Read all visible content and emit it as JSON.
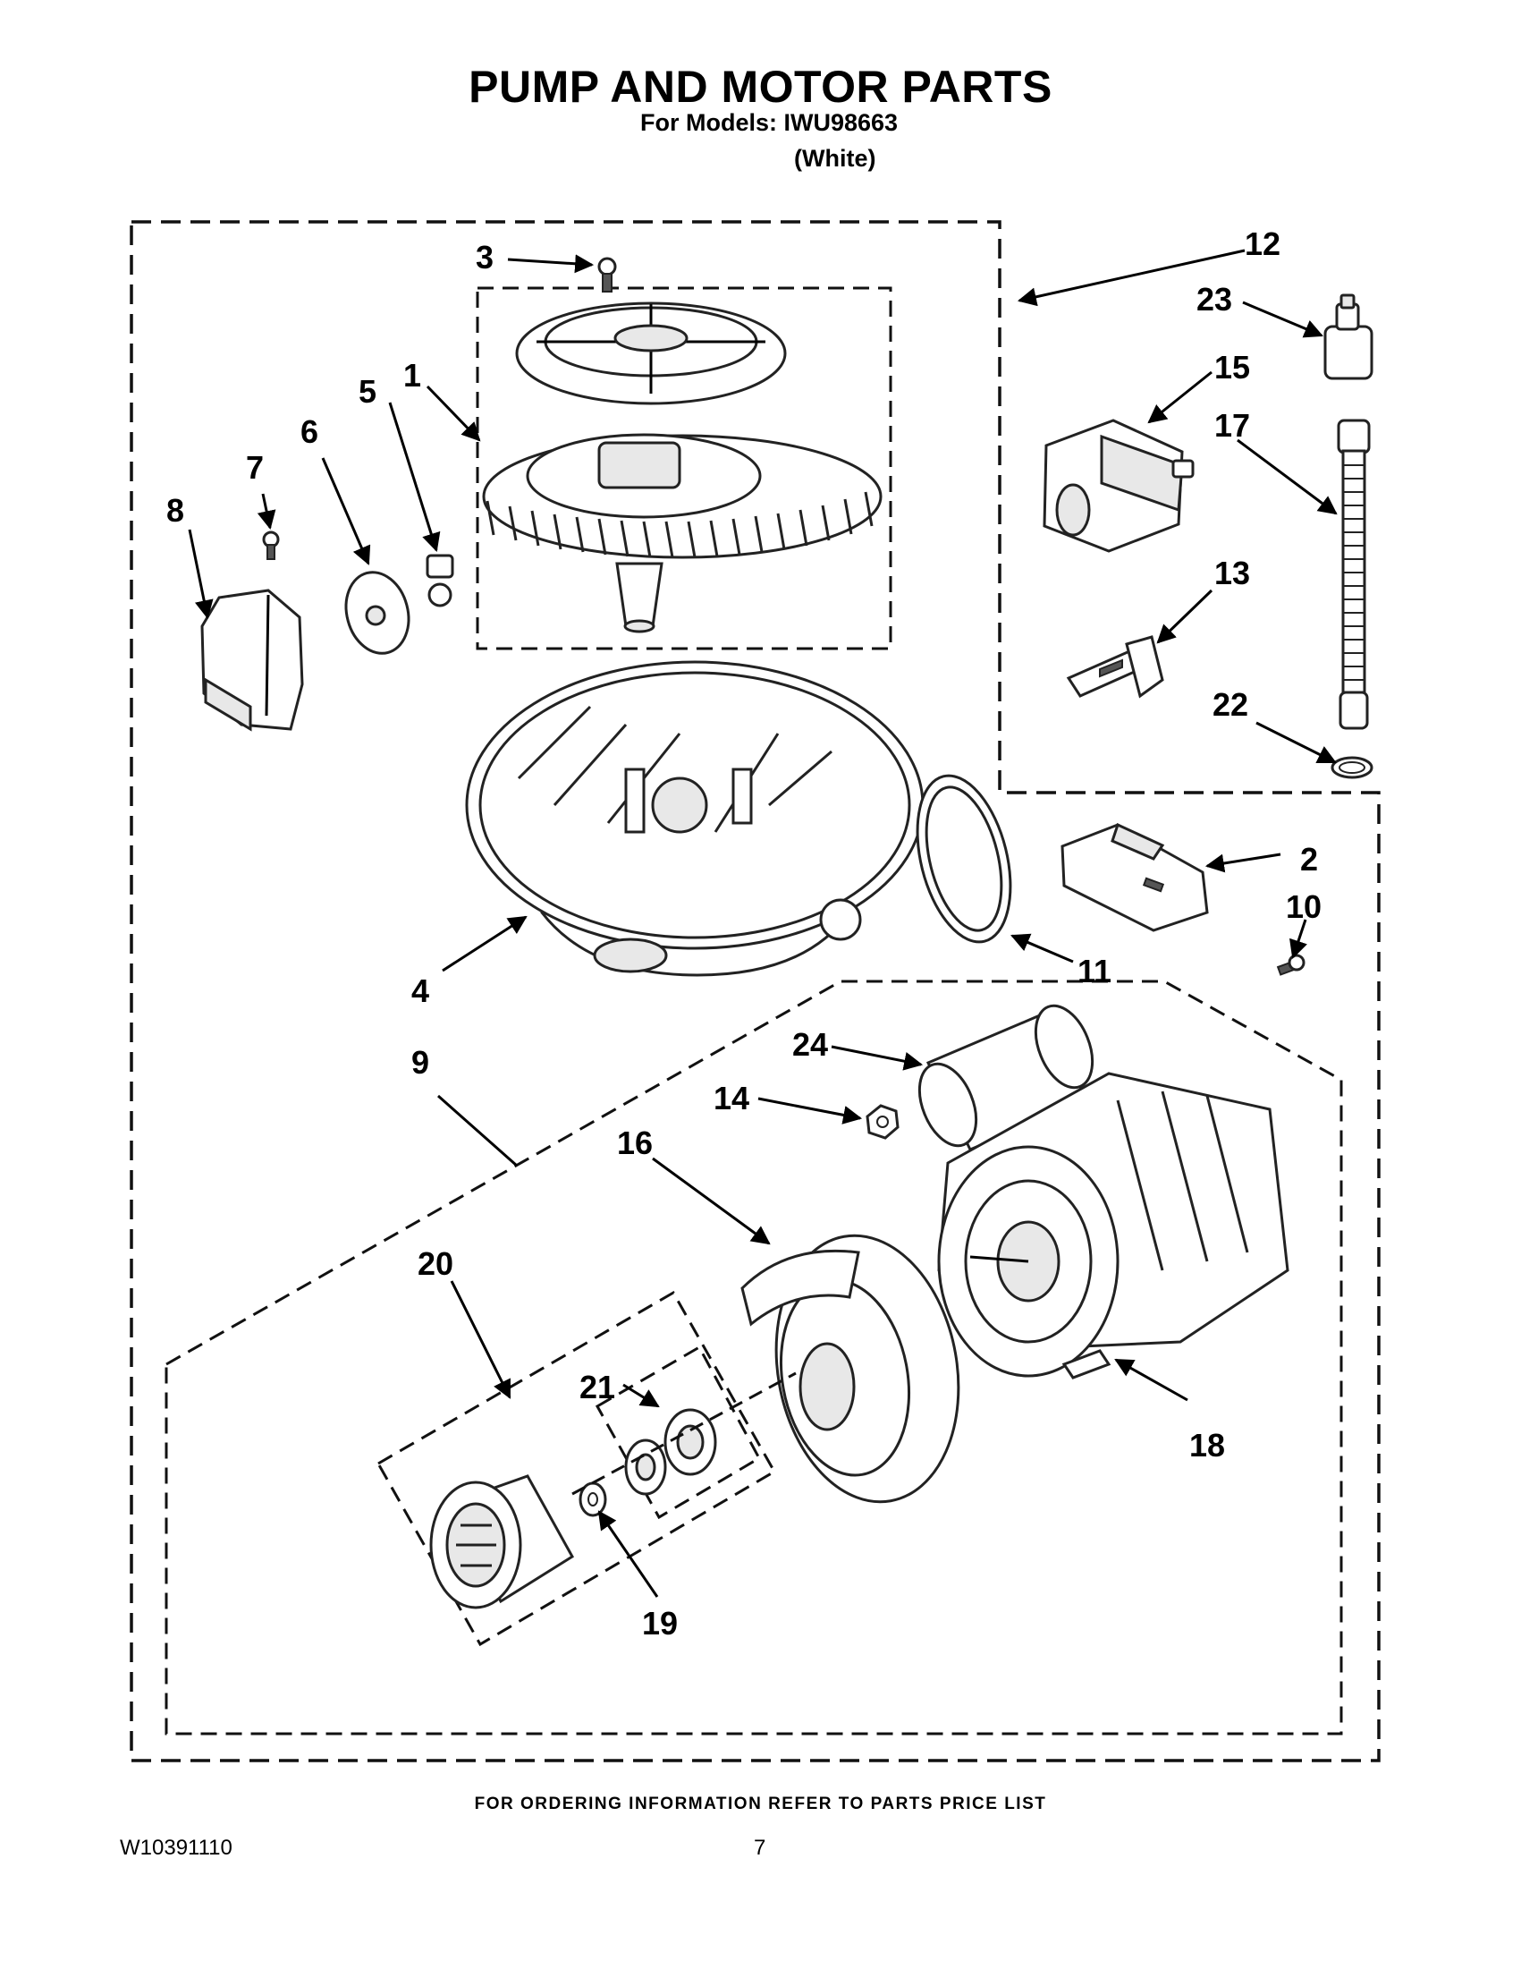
{
  "header": {
    "title": "PUMP AND MOTOR PARTS",
    "subtitle": "For Models: IWU98663",
    "variant": "(White)"
  },
  "footer": {
    "note": "FOR ORDERING INFORMATION REFER TO PARTS PRICE LIST",
    "doc_number": "W10391110",
    "page_number": "7"
  },
  "callouts": {
    "c1": "1",
    "c2": "2",
    "c3": "3",
    "c4": "4",
    "c5": "5",
    "c6": "6",
    "c7": "7",
    "c8": "8",
    "c9": "9",
    "c10": "10",
    "c11": "11",
    "c12": "12",
    "c13": "13",
    "c14": "14",
    "c15": "15",
    "c16": "16",
    "c17": "17",
    "c18": "18",
    "c19": "19",
    "c20": "20",
    "c21": "21",
    "c22": "22",
    "c23": "23",
    "c24": "24"
  }
}
